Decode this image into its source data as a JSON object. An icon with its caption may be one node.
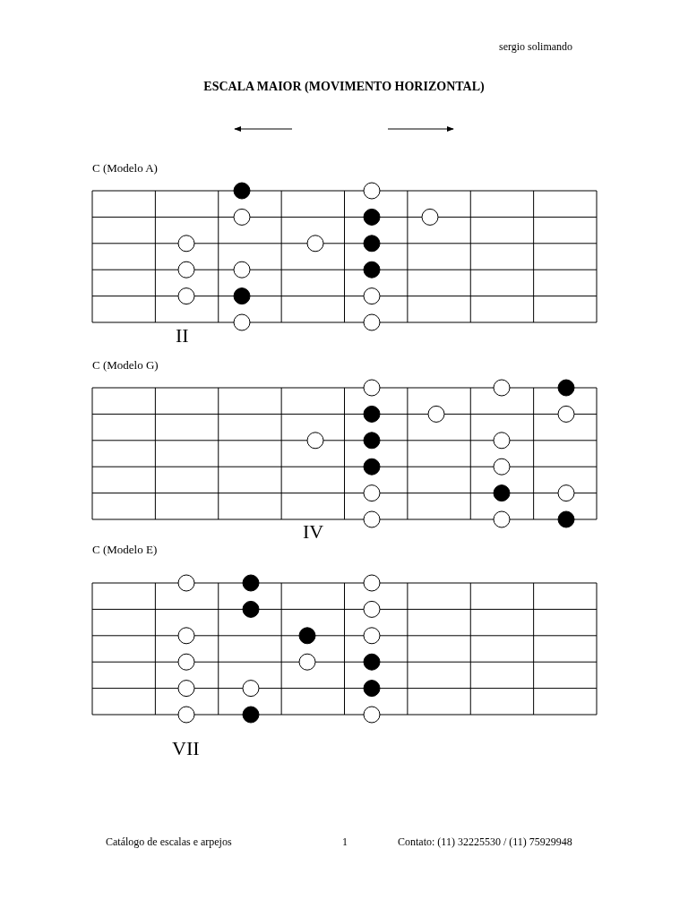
{
  "diagram": {
    "title": "ESCALA MAIOR (MOVIMENTO HORIZONTAL)",
    "labels": [
      "sergio solimando",
      "C (Modelo A)",
      "II",
      "C (Modelo G)",
      "IV",
      "C (Modelo E)",
      "VII",
      "Catálogo de escalas e arpejos",
      "1",
      "Contato: (11) 32225530 / (11) 75929948"
    ]
  }
}
